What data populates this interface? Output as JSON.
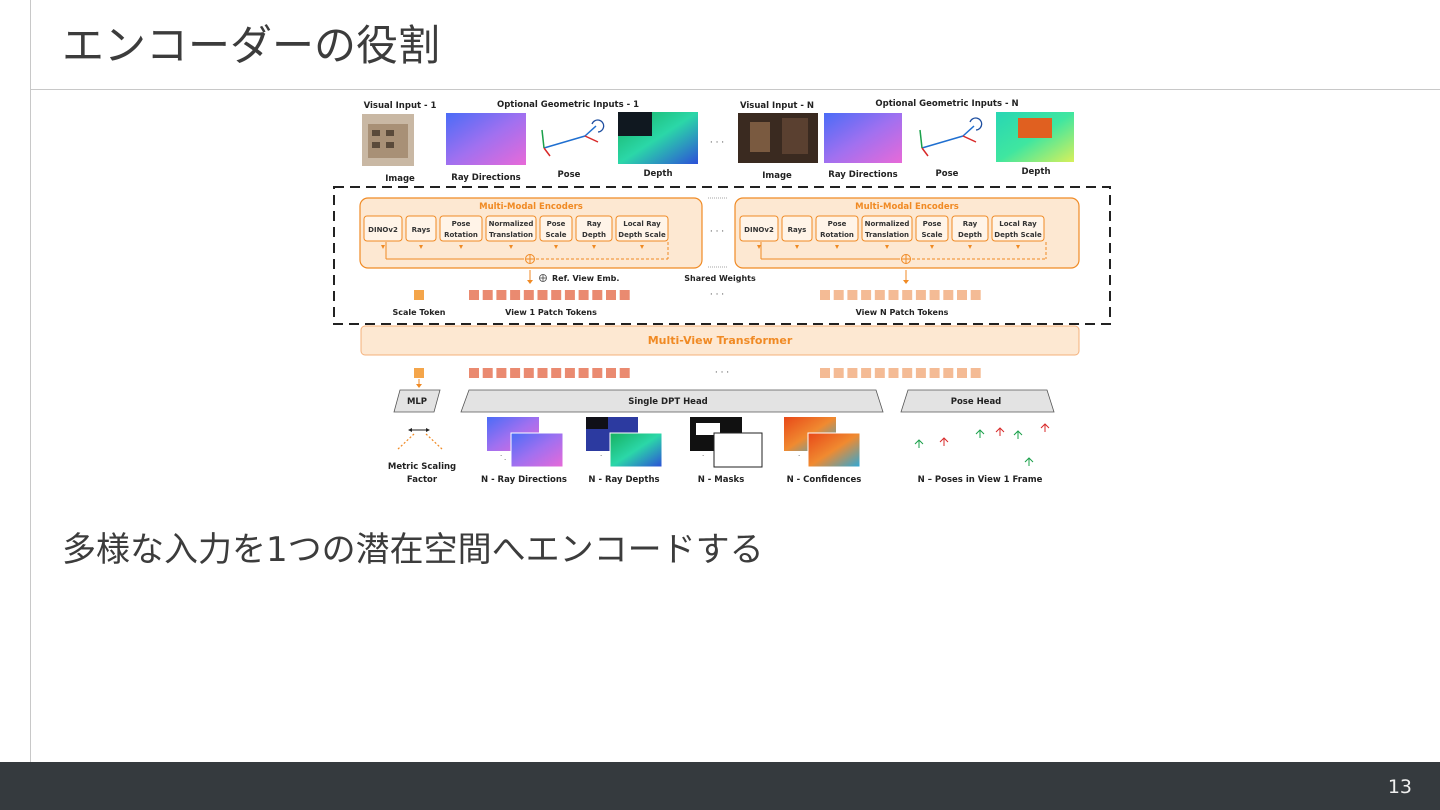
{
  "slide": {
    "title": "エンコーダーの役割",
    "body": "多様な入力を1つの潜在空間へエンコードする",
    "page_number": "13"
  },
  "diagram": {
    "top_left": {
      "visual_input": "Visual Input - 1",
      "geometric_inputs": "Optional Geometric Inputs - 1",
      "captions": [
        "Image",
        "Ray Directions",
        "Pose",
        "Depth"
      ]
    },
    "top_right": {
      "visual_input": "Visual Input - N",
      "geometric_inputs": "Optional Geometric Inputs - N",
      "captions": [
        "Image",
        "Ray Directions",
        "Pose",
        "Depth"
      ]
    },
    "encoder_title": "Multi-Modal Encoders",
    "encoder_modules": [
      [
        "DINOv2"
      ],
      [
        "Rays"
      ],
      [
        "Pose",
        "Rotation"
      ],
      [
        "Normalized",
        "Translation"
      ],
      [
        "Pose",
        "Scale"
      ],
      [
        "Ray",
        "Depth"
      ],
      [
        "Local Ray",
        "Depth Scale"
      ]
    ],
    "ellipsis": "· · ·",
    "ref_view_emb": "Ref. View Emb.",
    "shared_weights": "Shared Weights",
    "scale_token": "Scale Token",
    "view1_tokens": "View 1 Patch Tokens",
    "viewN_tokens": "View N Patch Tokens",
    "transformer": "Multi-View Transformer",
    "heads": {
      "mlp": "MLP",
      "dpt": "Single DPT Head",
      "pose": "Pose Head"
    },
    "outputs": {
      "metric_scaling": [
        "Metric Scaling",
        "Factor"
      ],
      "ray_directions": "N - Ray Directions",
      "ray_depths": "N - Ray Depths",
      "masks": "N - Masks",
      "confidences": "N - Confidences",
      "poses": "N – Poses in View 1 Frame"
    },
    "colors": {
      "orange": "#f08a24",
      "orange_fill": "#fde8d2",
      "token_view1": "#ea8a70",
      "token_viewN": "#f4bb95",
      "head_fill": "#e3e3e3"
    }
  }
}
